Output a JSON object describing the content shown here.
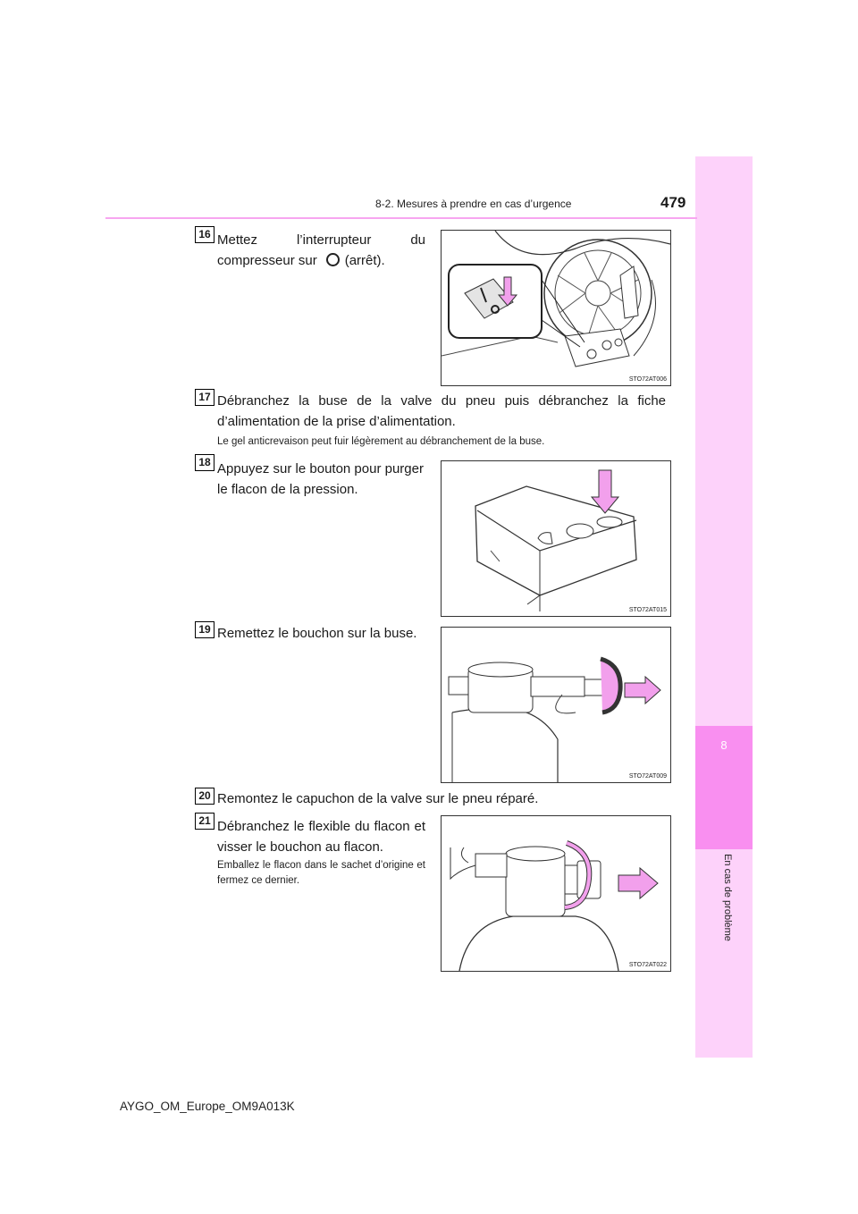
{
  "header": {
    "page_number": "479",
    "section_title": "8-2. Mesures à prendre en cas d’urgence"
  },
  "side_tab": {
    "chapter_number": "8",
    "chapter_label": "En cas de problème"
  },
  "steps": [
    {
      "number": "16",
      "text_a": "Mettez l’interrupteur du compresseur sur",
      "text_b": "(arrêt).",
      "figure_code": "STO72AT006"
    },
    {
      "number": "17",
      "text": "Débranchez la buse de la valve du pneu puis débranchez la fiche d’alimentation de la prise d’alimentation.",
      "note": "Le gel anticrevaison peut fuir légèrement au débranchement de la buse."
    },
    {
      "number": "18",
      "text": "Appuyez sur le bouton pour purger le flacon de la pression.",
      "figure_code": "STO72AT015"
    },
    {
      "number": "19",
      "text": "Remettez le bouchon sur la buse.",
      "figure_code": "STO72AT009"
    },
    {
      "number": "20",
      "text": "Remontez le capuchon de la valve sur le pneu réparé."
    },
    {
      "number": "21",
      "text": "Débranchez le flexible du flacon et visser le bouchon au flacon.",
      "note": "Emballez le flacon dans le sachet d’origine et fermez ce dernier.",
      "figure_code": "STO72AT022"
    }
  ],
  "footer": {
    "document_code": "AYGO_OM_Europe_OM9A013K"
  },
  "colors": {
    "accent_pink": "#f98ff0",
    "tab_pink": "#fdd2fa",
    "arrow_pink": "#f2a0ec"
  }
}
